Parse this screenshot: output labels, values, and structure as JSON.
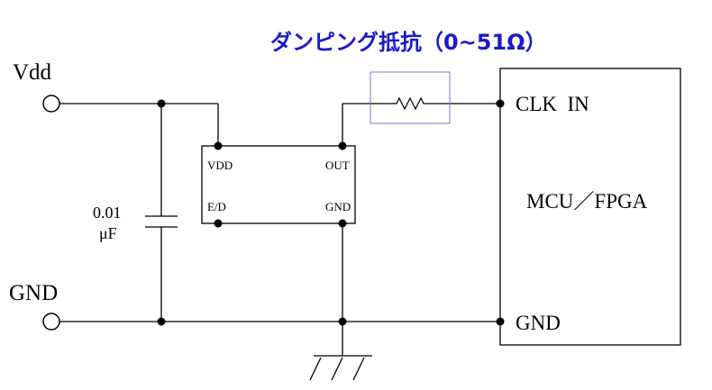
{
  "title": "ダンピング抵抗（0~51Ω）",
  "terminals": {
    "vdd": "Vdd",
    "gnd": "GND"
  },
  "capacitor": {
    "value_line1": "0.01",
    "value_line2": "μF"
  },
  "oscillator": {
    "pin_vdd": "VDD",
    "pin_out": "OUT",
    "pin_ed": "E/D",
    "pin_gnd": "GND"
  },
  "mcu": {
    "label": "MCU／FPGA",
    "pin_clk": "CLK  IN",
    "pin_gnd": "GND"
  },
  "colors": {
    "title": "#1a1acc",
    "highlight_border": "#7a7ad0",
    "line": "#000000"
  }
}
